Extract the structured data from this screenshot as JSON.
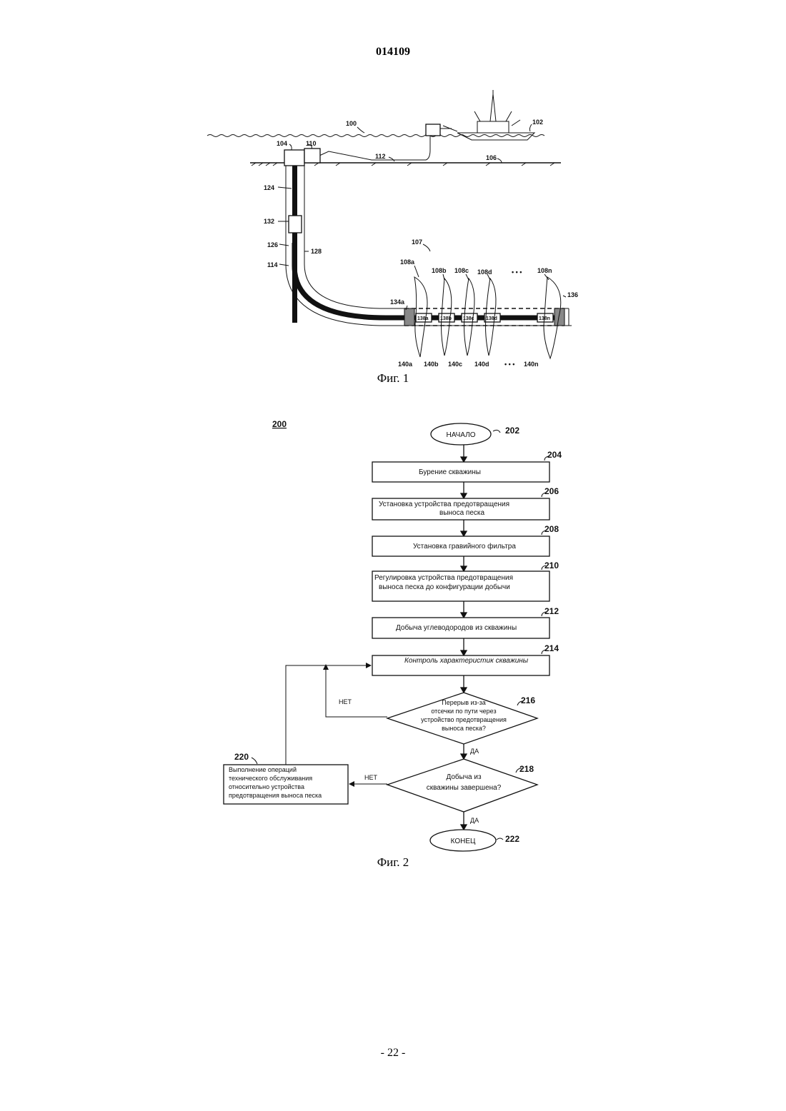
{
  "header": {
    "doc_number": "014109"
  },
  "figure1": {
    "caption": "Фиг. 1",
    "labels": {
      "system": "100",
      "vessel": "102",
      "wellhead": "104",
      "seabed": "106",
      "formation": "107",
      "zone_a": "108a",
      "zone_b": "108b",
      "zone_c": "108c",
      "zone_d": "108d",
      "zone_dots": "• • •",
      "zone_n": "108n",
      "control_unit": "110",
      "umbilical": "112",
      "wellbore": "114",
      "casing": "124",
      "tubing_annulus": "126",
      "tubing": "128",
      "packer": "132",
      "packer_a": "134a",
      "end_packer": "136",
      "device_a": "138a",
      "device_b": "138b",
      "device_c": "138c",
      "device_d": "138d",
      "device_n": "138n",
      "interval_a": "140a",
      "interval_b": "140b",
      "interval_c": "140c",
      "interval_d": "140d",
      "interval_dots": "• • •",
      "interval_n": "140n"
    }
  },
  "figure2": {
    "caption": "Фиг. 2",
    "ref": "200",
    "start": {
      "text": "НАЧАЛО",
      "ref": "202"
    },
    "steps": [
      {
        "ref": "204",
        "lines": [
          "Бурение скважины"
        ]
      },
      {
        "ref": "206",
        "lines": [
          "Установка устройства предотвращения",
          "выноса песка"
        ]
      },
      {
        "ref": "208",
        "lines": [
          "Установка гравийного фильтра"
        ]
      },
      {
        "ref": "210",
        "lines": [
          "Регулировка устройства предотвращения",
          "выноса песка до конфигурации добычи"
        ]
      },
      {
        "ref": "212",
        "lines": [
          "Добыча углеводородов из скважины"
        ]
      },
      {
        "ref": "214",
        "lines": [
          "Контроль характеристик скважины"
        ]
      }
    ],
    "decision1": {
      "ref": "216",
      "lines": [
        "Перерыв из-за",
        "отсечки по пути через",
        "устройство предотвращения",
        "выноса песка?"
      ],
      "no": "НЕТ",
      "yes": "ДА"
    },
    "decision2": {
      "ref": "218",
      "lines": [
        "Добыча из",
        "скважины завершена?"
      ],
      "no": "НЕТ",
      "yes": "ДА"
    },
    "maintenance": {
      "ref": "220",
      "lines": [
        "Выполнение операций",
        "технического обслуживания",
        "относительно устройства",
        "предотвращения выноса песка"
      ]
    },
    "end": {
      "text": "КОНЕЦ",
      "ref": "222"
    }
  },
  "footer": {
    "page_number": "- 22 -"
  }
}
